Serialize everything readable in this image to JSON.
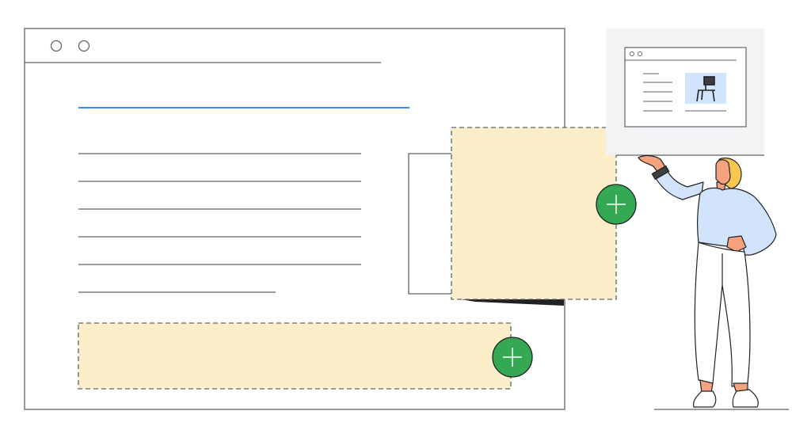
{
  "illustration": {
    "main_window": {
      "title_bar_dots": 2,
      "heading_line_color": "#4285F4",
      "text_lines": 6
    },
    "placeholder_boxes": {
      "fill_color": "#FBEEC9",
      "border_style": "dashed",
      "count": 2
    },
    "add_buttons": {
      "icon": "plus-icon",
      "color": "#34A853",
      "count": 2
    },
    "preview_panel": {
      "background_color": "#F1F3F4",
      "thumbnail_icon": "chair-icon",
      "thumbnail_background": "#D2E3FC"
    },
    "figure": {
      "hair_color": "#F9C74F",
      "top_color": "#D2E3FC",
      "skin_color": "#F5A37F"
    }
  }
}
